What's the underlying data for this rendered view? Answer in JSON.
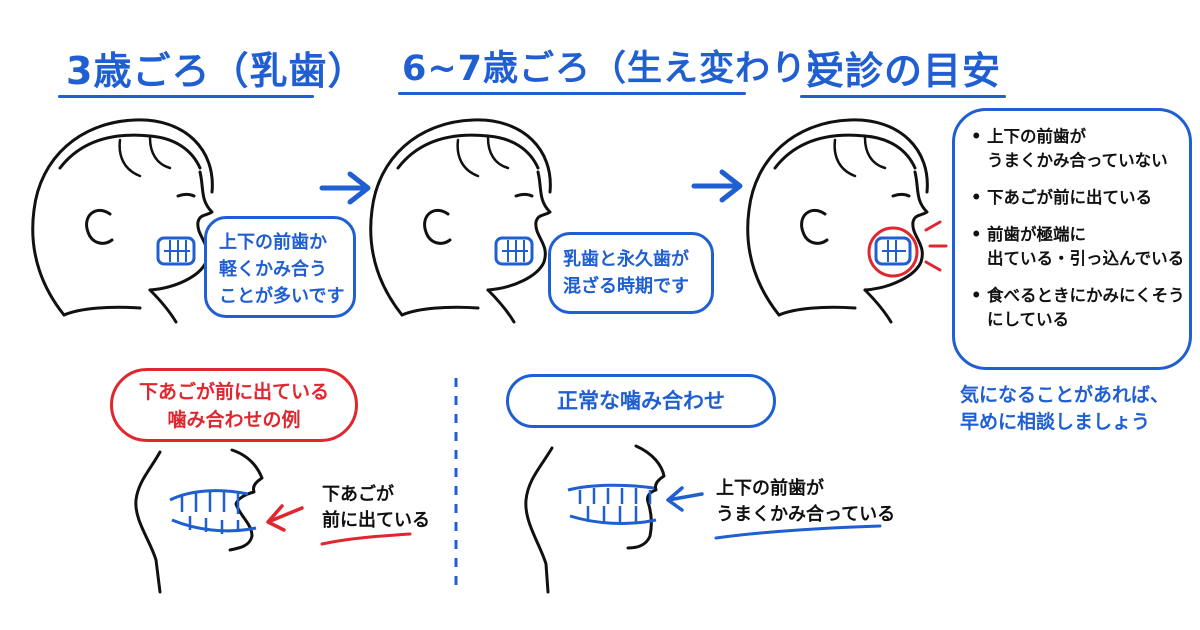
{
  "stages": [
    {
      "heading": "3歳ごろ（乳歯）",
      "bubble_lines": [
        "上下の前歯か",
        "軽くかみ合う",
        "ことが多いです"
      ]
    },
    {
      "heading": "6~7歳ごろ（生え変わり）",
      "bubble_lines": [
        "乳歯と永久歯が",
        "混ざる時期です"
      ]
    },
    {
      "heading": "受診の目安"
    }
  ],
  "checklist": [
    [
      "上下の前歯が",
      "うまくかみ合っていない"
    ],
    [
      "下あごが前に出ている"
    ],
    [
      "前歯が極端に",
      "出ている・引っ込んでいる"
    ],
    [
      "食べるときにかみにくそう",
      "にしている"
    ]
  ],
  "advice_lines": [
    "気になることがあれば、",
    "早めに相談しましょう"
  ],
  "examples": [
    {
      "title_lines": [
        "下あごが前に出ている",
        "噛み合わせの例"
      ],
      "label_lines": [
        "下あごが",
        "前に出ている"
      ],
      "color": "#e0262e"
    },
    {
      "title_lines": [
        "正常な噛み合わせ"
      ],
      "label_lines": [
        "上下の前歯が",
        "うまくかみ合っている"
      ],
      "color": "#1f5fd1"
    }
  ],
  "colors": {
    "accent": "#1f5fd1",
    "warning": "#e0262e",
    "ink": "#111111"
  },
  "icons": [
    "arrow-right-icon",
    "child-profile-icon",
    "jaw-profile-icon",
    "bullet-icon"
  ]
}
